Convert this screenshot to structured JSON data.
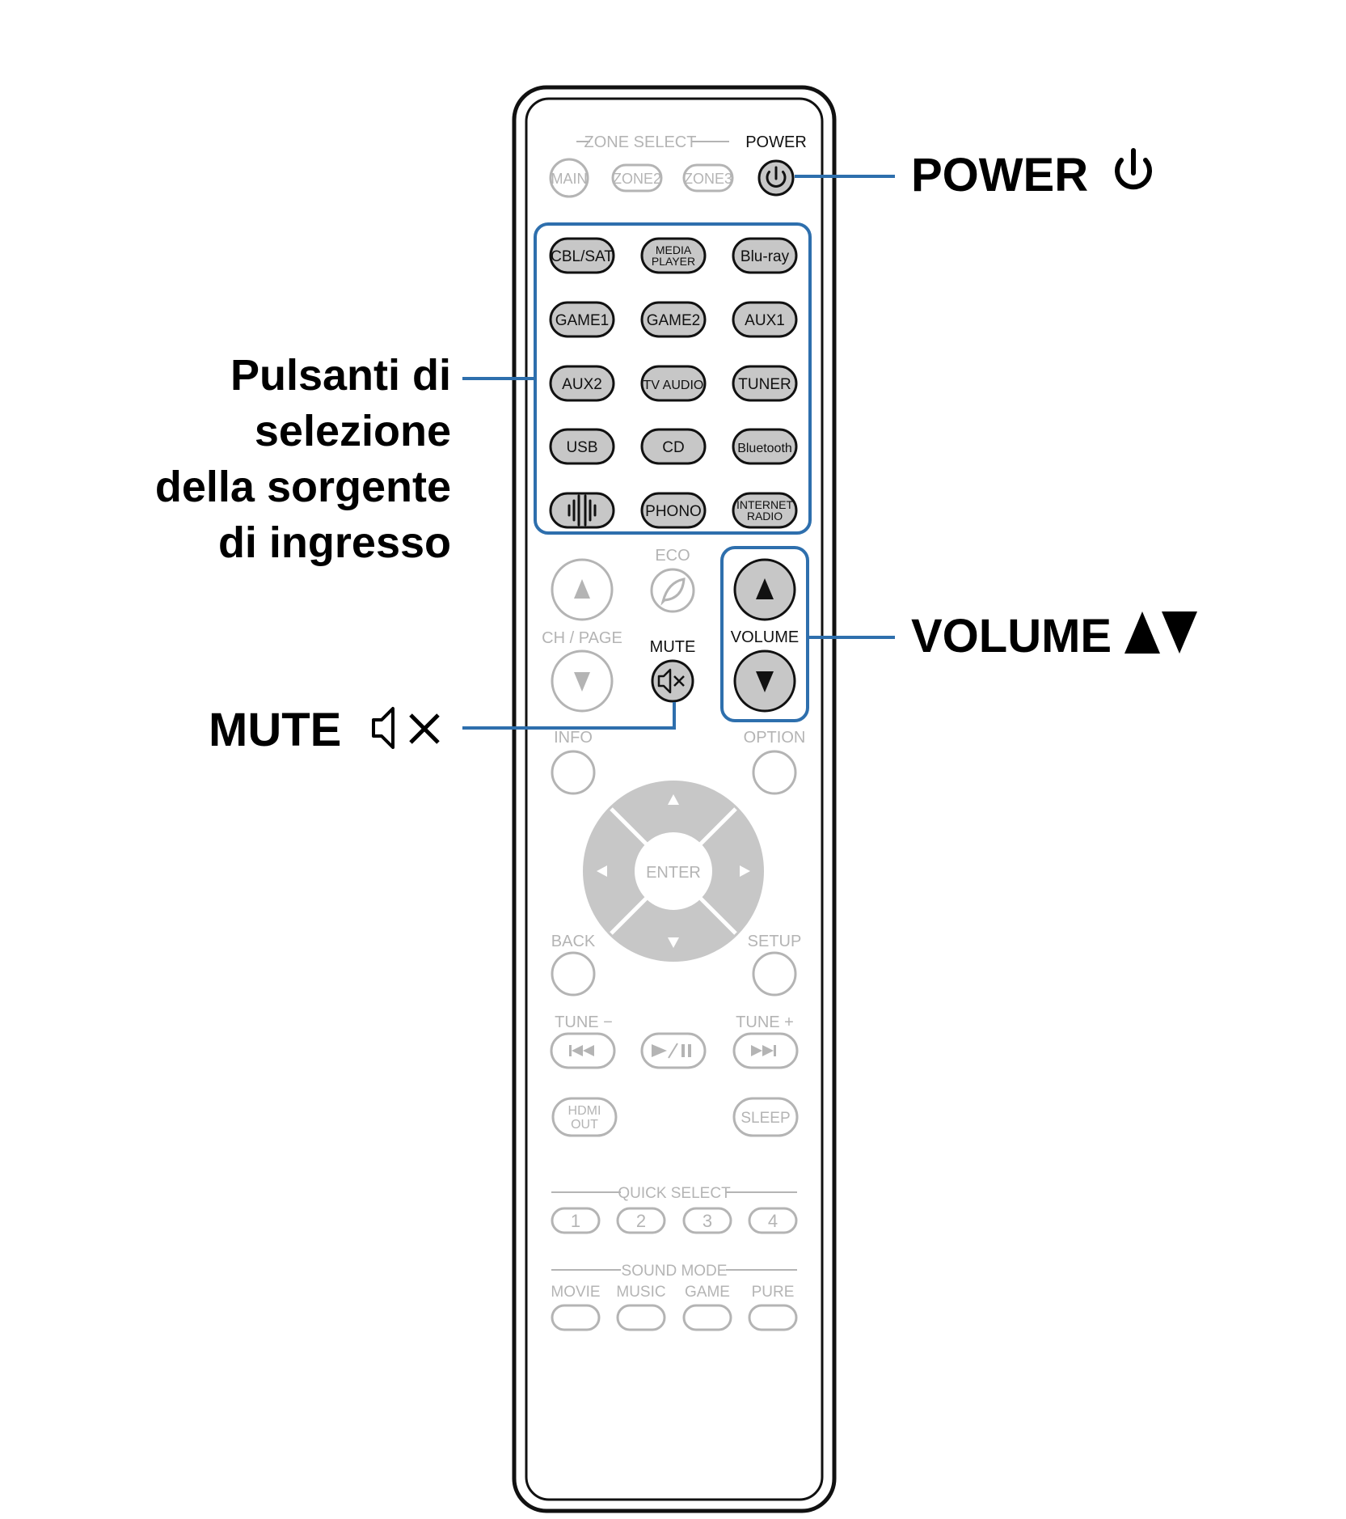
{
  "callouts": {
    "power": "POWER",
    "volume": "VOLUME",
    "mute": "MUTE",
    "input_select": [
      "Pulsanti di",
      "selezione",
      "della sorgente",
      "di ingresso"
    ]
  },
  "remote": {
    "zone_select": "ZONE SELECT",
    "power": "POWER",
    "zones": [
      "MAIN",
      "ZONE2",
      "ZONE3"
    ],
    "sources": [
      [
        "CBL/SAT",
        "MEDIA PLAYER",
        "Blu-ray"
      ],
      [
        "GAME1",
        "GAME2",
        "AUX1"
      ],
      [
        "AUX2",
        "TV AUDIO",
        "TUNER"
      ],
      [
        "USB",
        "CD",
        "Bluetooth"
      ],
      [
        "",
        "PHONO",
        "INTERNET RADIO"
      ]
    ],
    "eco": "ECO",
    "ch_page": "CH / PAGE",
    "mute": "MUTE",
    "volume": "VOLUME",
    "info": "INFO",
    "option": "OPTION",
    "enter": "ENTER",
    "back": "BACK",
    "setup": "SETUP",
    "tune_minus": "TUNE −",
    "tune_plus": "TUNE +",
    "hdmi_out": "HDMI OUT",
    "sleep": "SLEEP",
    "quick_select": "QUICK SELECT",
    "quick_numbers": [
      "1",
      "2",
      "3",
      "4"
    ],
    "sound_mode": "SOUND MODE",
    "sound_modes": [
      "MOVIE",
      "MUSIC",
      "GAME",
      "PURE"
    ]
  },
  "colors": {
    "callout_line": "#2e6fad",
    "highlight_fill": "#c7c7c7",
    "dim": "#b4b4b4",
    "outline": "#111111"
  }
}
